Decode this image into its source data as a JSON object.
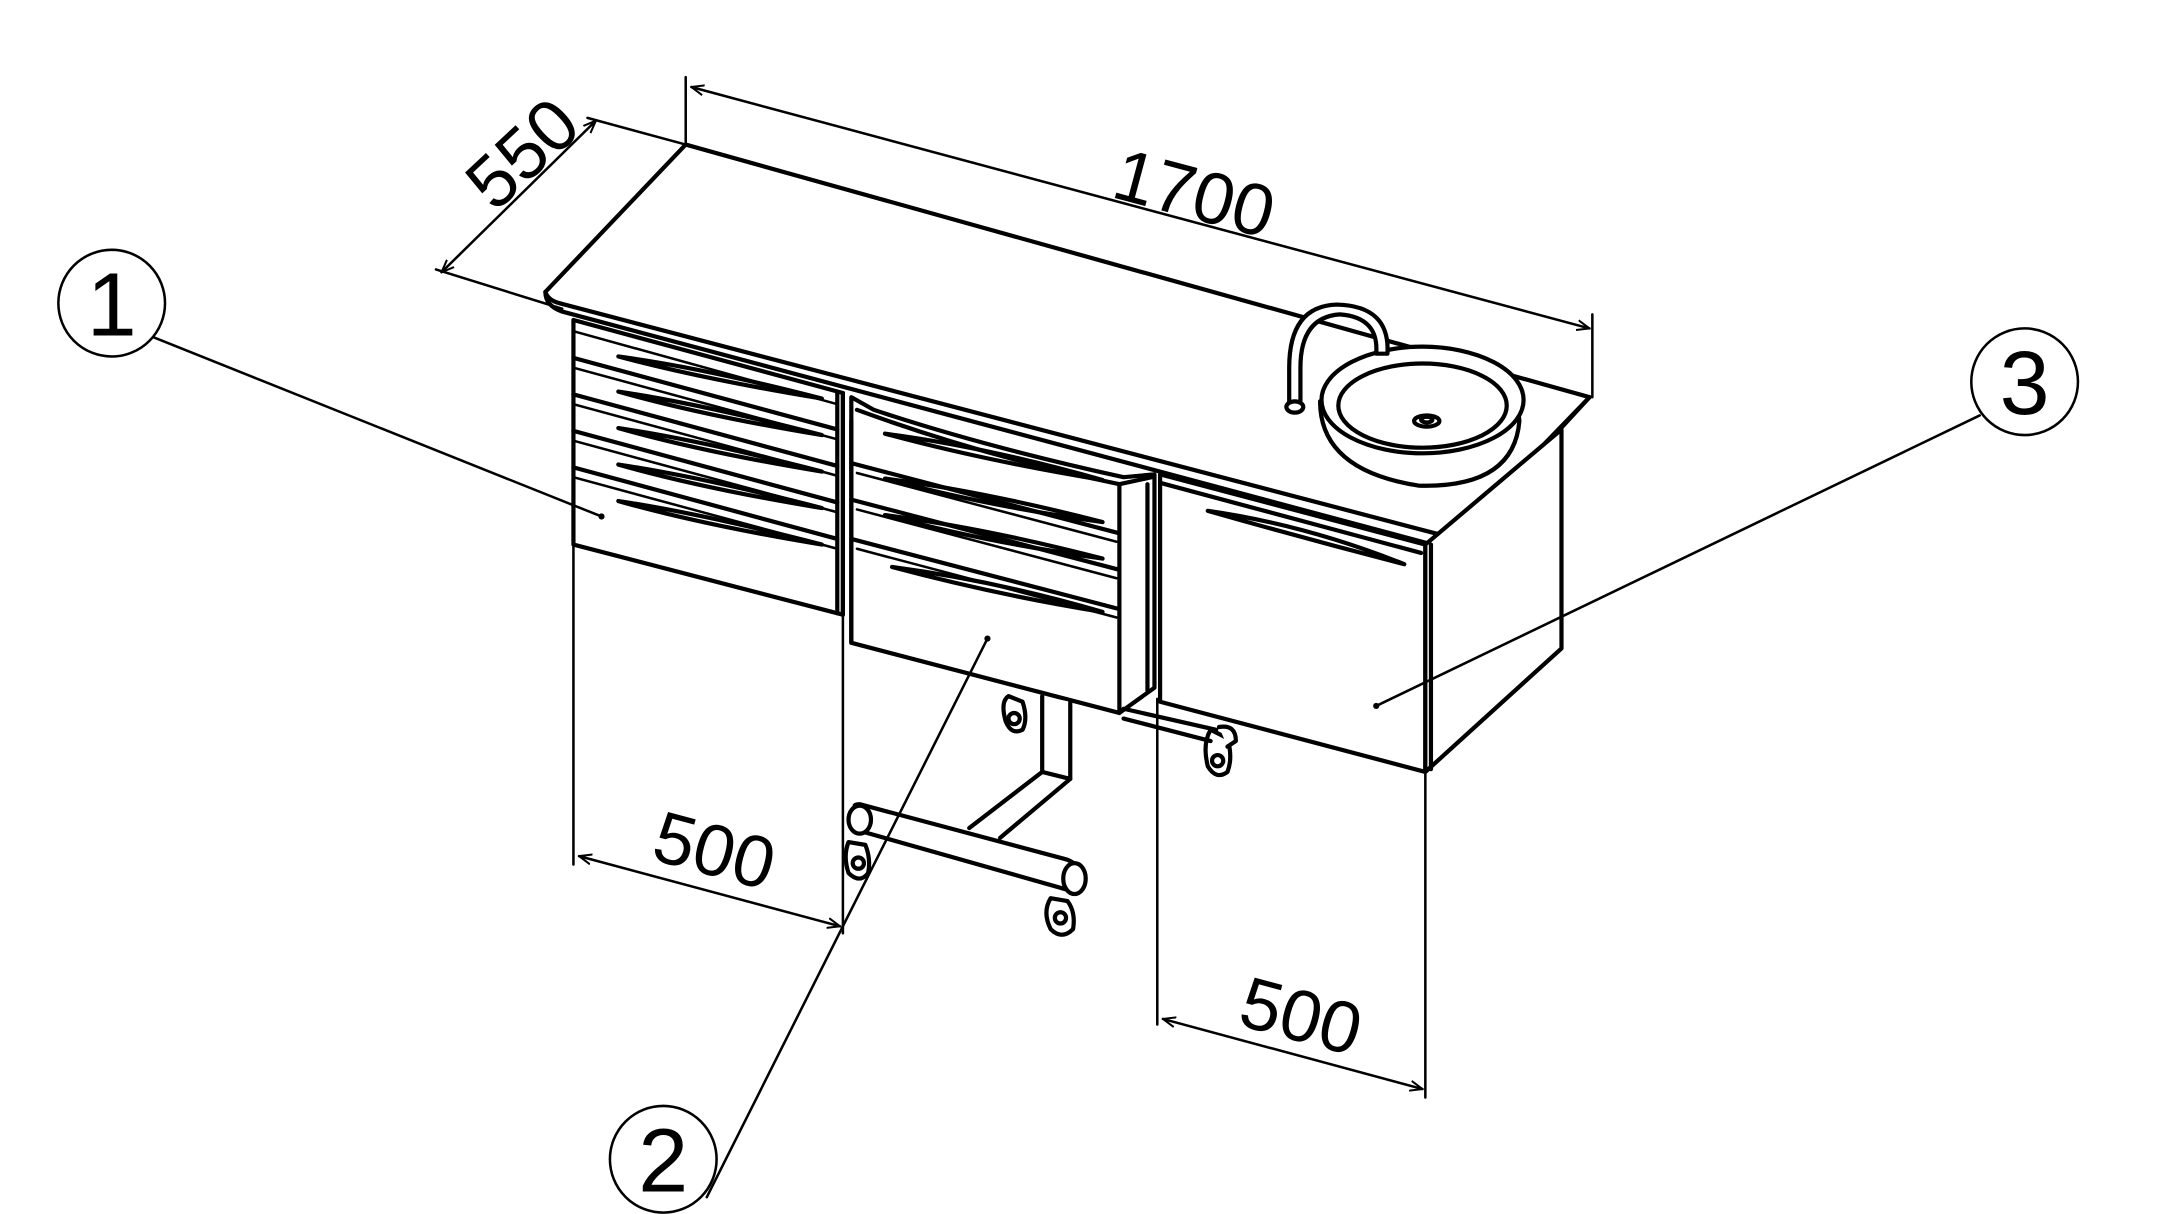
{
  "dimensions": {
    "length": "1700",
    "depth": "550",
    "left_cabinet_width": "500",
    "right_cabinet_width": "500"
  },
  "callouts": [
    "1",
    "2",
    "3"
  ]
}
